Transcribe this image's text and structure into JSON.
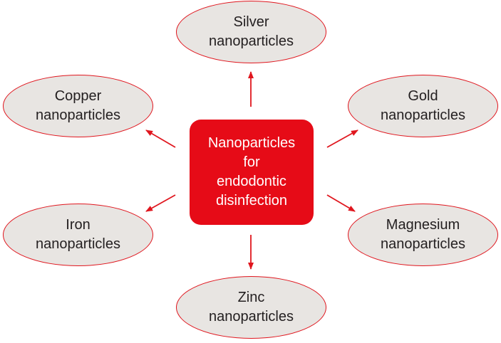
{
  "diagram": {
    "center": {
      "label": "Nanoparticles\nfor\nendodontic\ndisinfection",
      "fill_color": "#e60b17",
      "text_color": "#ffffff"
    },
    "nodes": [
      {
        "id": "silver",
        "label": "Silver\nnanoparticles"
      },
      {
        "id": "gold",
        "label": "Gold\nnanoparticles"
      },
      {
        "id": "magnesium",
        "label": "Magnesium\nnanoparticles"
      },
      {
        "id": "zinc",
        "label": "Zinc\nnanoparticles"
      },
      {
        "id": "iron",
        "label": "Iron\nnanoparticles"
      },
      {
        "id": "copper",
        "label": "Copper\nnanoparticles"
      }
    ],
    "node_fill_color": "#e8e5e2",
    "node_border_color": "#e0161e",
    "arrow_color": "#e0161e"
  }
}
